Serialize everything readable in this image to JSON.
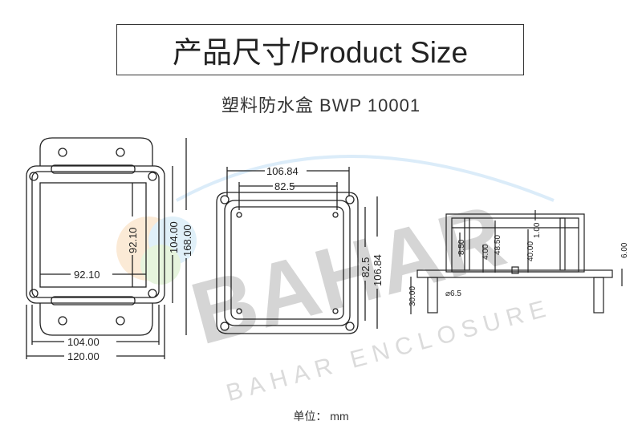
{
  "header": {
    "title": "产品尺寸/Product Size",
    "subtitle": "塑料防水盒 BWP 10001"
  },
  "watermark": {
    "logo": "BAHAR",
    "tagline": "BAHAR ENCLOSURE"
  },
  "front_view": {
    "inner_width": "92.10",
    "inner_height": "92.10",
    "body_height": "104.00",
    "total_height": "168.00",
    "body_width": "104.00",
    "total_width": "120.00"
  },
  "top_view": {
    "outer_width": "106.84",
    "inner_width": "82.5",
    "inner_height": "82.5",
    "outer_height": "106.84"
  },
  "section_view": {
    "d1": "8.50",
    "d2": "4.00",
    "d3": "48.50",
    "d4": "40.00",
    "d5": "1.00",
    "d6": "6.00",
    "screw_length": "30.00",
    "screw_dia": "⌀6.5"
  },
  "footer": {
    "unit": "单位： mm"
  }
}
